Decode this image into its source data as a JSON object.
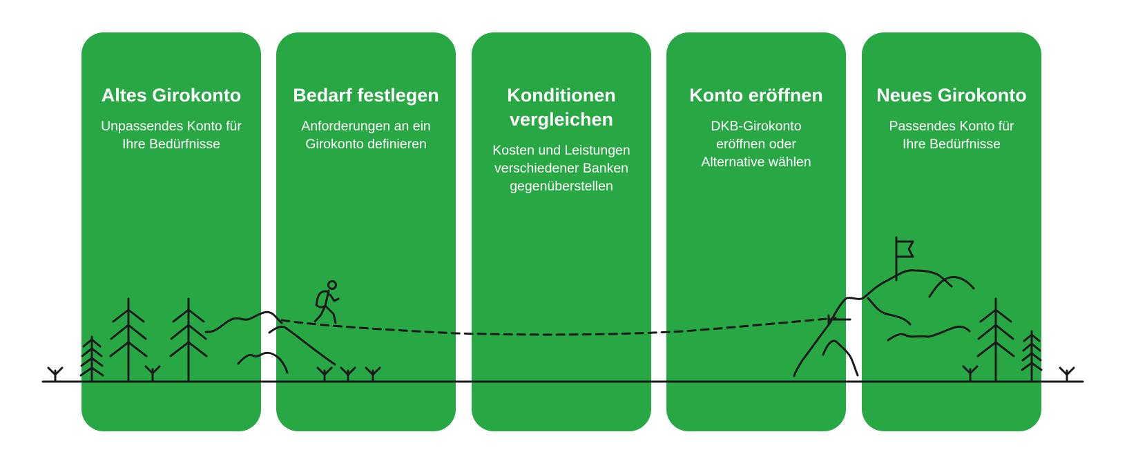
{
  "colors": {
    "card": "#28a745",
    "line": "#1a1a1a",
    "background": "#ffffff"
  },
  "steps": [
    {
      "title": "Altes Girokonto",
      "text": "Unpassendes Konto für Ihre Bedürfnisse"
    },
    {
      "title": "Bedarf festlegen",
      "text": "Anforderungen an ein Girokonto definieren"
    },
    {
      "title": "Konditionen vergleichen",
      "text": "Kosten und Leistungen verschiedener Banken gegenüberstellen"
    },
    {
      "title": "Konto eröffnen",
      "text": "DKB-Girokonto eröffnen oder Alternative wählen"
    },
    {
      "title": "Neues Girokonto",
      "text": "Passendes Konto für Ihre Bedürfnisse"
    }
  ],
  "icons": [
    "tree-icon",
    "grass-icon",
    "hill-icon",
    "hiker-icon",
    "mountain-icon",
    "flag-icon"
  ]
}
